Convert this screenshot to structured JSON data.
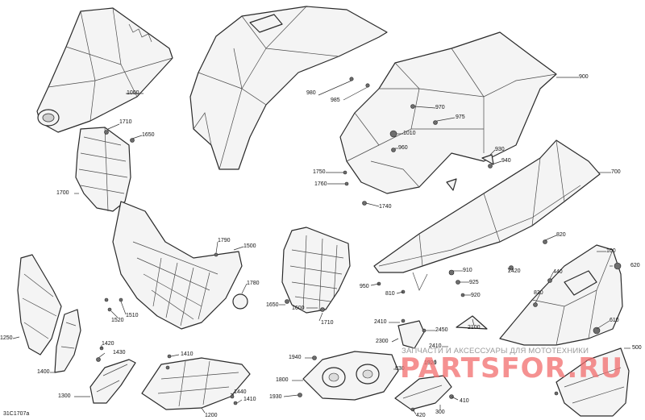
{
  "figure_code": "31C1707a",
  "watermark": {
    "text": "ЗАПЧАСТИ И АКСЕССУАРЫ ДЛЯ МОТОТЕХНИКИ",
    "logo": "PARTSFOR.RU"
  },
  "callouts": [
    {
      "id": "c1000",
      "label": "1000"
    },
    {
      "id": "c1710a",
      "label": "1710"
    },
    {
      "id": "c1650a",
      "label": "1650"
    },
    {
      "id": "c1700",
      "label": "1700"
    },
    {
      "id": "c980",
      "label": "980"
    },
    {
      "id": "c985",
      "label": "985"
    },
    {
      "id": "c900",
      "label": "900"
    },
    {
      "id": "c970",
      "label": "970"
    },
    {
      "id": "c975",
      "label": "975"
    },
    {
      "id": "c1010",
      "label": "1010"
    },
    {
      "id": "c960",
      "label": "960"
    },
    {
      "id": "c930",
      "label": "930"
    },
    {
      "id": "c940",
      "label": "940"
    },
    {
      "id": "c1750",
      "label": "1750"
    },
    {
      "id": "c1760",
      "label": "1760"
    },
    {
      "id": "c1740",
      "label": "1740"
    },
    {
      "id": "c700",
      "label": "700"
    },
    {
      "id": "c1790",
      "label": "1790"
    },
    {
      "id": "c1500",
      "label": "1500"
    },
    {
      "id": "c820",
      "label": "820"
    },
    {
      "id": "c100",
      "label": "100"
    },
    {
      "id": "c620",
      "label": "620"
    },
    {
      "id": "c2420",
      "label": "2420"
    },
    {
      "id": "c910",
      "label": "910"
    },
    {
      "id": "c440",
      "label": "440"
    },
    {
      "id": "c925",
      "label": "925"
    },
    {
      "id": "c950",
      "label": "950"
    },
    {
      "id": "c810",
      "label": "810"
    },
    {
      "id": "c920",
      "label": "920"
    },
    {
      "id": "c830",
      "label": "830"
    },
    {
      "id": "c1780",
      "label": "1780"
    },
    {
      "id": "c1650b",
      "label": "1650"
    },
    {
      "id": "c1600",
      "label": "1600"
    },
    {
      "id": "c1710b",
      "label": "1710"
    },
    {
      "id": "c1520",
      "label": "1520"
    },
    {
      "id": "c1510",
      "label": "1510"
    },
    {
      "id": "c2410a",
      "label": "2410"
    },
    {
      "id": "c2450",
      "label": "2450"
    },
    {
      "id": "c2100",
      "label": "2100"
    },
    {
      "id": "c610",
      "label": "610"
    },
    {
      "id": "c1250",
      "label": "1250"
    },
    {
      "id": "c1420",
      "label": "1420"
    },
    {
      "id": "c1430",
      "label": "1430"
    },
    {
      "id": "c1410a",
      "label": "1410"
    },
    {
      "id": "c2300",
      "label": "2300"
    },
    {
      "id": "c2410b",
      "label": "2410"
    },
    {
      "id": "c1940",
      "label": "1940"
    },
    {
      "id": "c1920",
      "label": "1920"
    },
    {
      "id": "c500",
      "label": "500"
    },
    {
      "id": "c1400",
      "label": "1400"
    },
    {
      "id": "c830b",
      "label": "830"
    },
    {
      "id": "c1800",
      "label": "1800"
    },
    {
      "id": "c1300",
      "label": "1300"
    },
    {
      "id": "c1440",
      "label": "1440"
    },
    {
      "id": "c1410b",
      "label": "1410"
    },
    {
      "id": "c300",
      "label": "300"
    },
    {
      "id": "c410",
      "label": "410"
    },
    {
      "id": "c1930",
      "label": "1930"
    },
    {
      "id": "c1200",
      "label": "1200"
    },
    {
      "id": "c420",
      "label": "420"
    }
  ]
}
